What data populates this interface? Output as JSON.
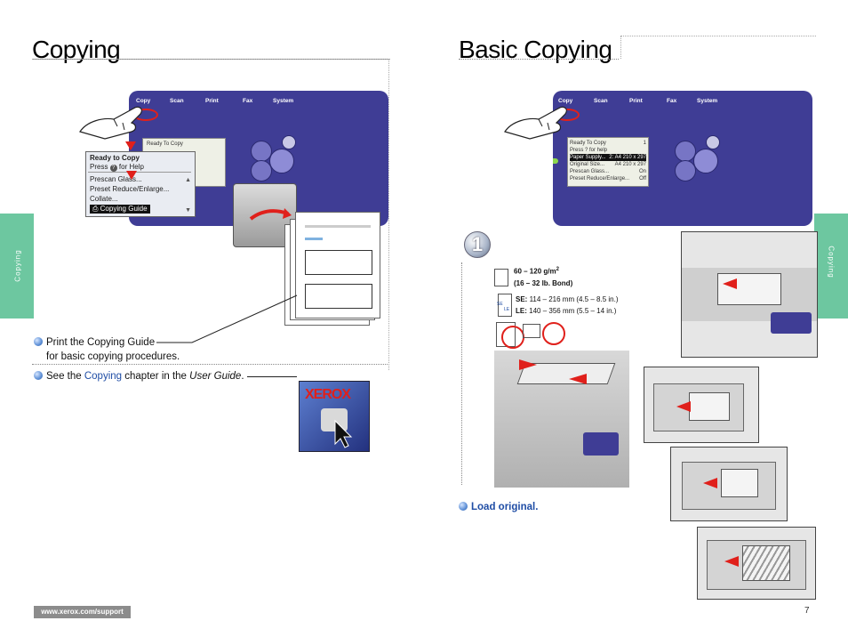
{
  "left_page": {
    "title": "Copying",
    "side_tab": "Copying",
    "control_panel": {
      "tabs": [
        "Copy",
        "Scan",
        "Print",
        "Fax",
        "System"
      ],
      "lcd_line": "Ready To Copy"
    },
    "zoom_display": {
      "status_line1": "Ready to Copy",
      "status_line2_prefix": "Press",
      "status_line2_suffix": "for Help",
      "menu_items": [
        "Prescan Glass...",
        "Preset Reduce/Enlarge...",
        "Collate..."
      ],
      "selected_item": "Copying Guide"
    },
    "bullets": {
      "print_guide_line1": "Print the Copying Guide",
      "print_guide_line2": "for basic copying procedures.",
      "see_prefix": "See the",
      "see_link": "Copying",
      "see_middle": "chapter in the",
      "see_italic": "User Guide",
      "see_suffix": "."
    },
    "xerox_logo": "XEROX"
  },
  "right_page": {
    "title": "Basic Copying",
    "side_tab": "Copying",
    "control_panel": {
      "tabs": [
        "Copy",
        "Scan",
        "Print",
        "Fax",
        "System"
      ],
      "lcd_rows": [
        {
          "left": "Ready To Copy",
          "right": "1"
        },
        {
          "left": "Press ? for help",
          "right": ""
        },
        {
          "left": "Paper Supply...",
          "right": "2: A4 210 x 297"
        },
        {
          "left": "Original Size...",
          "right": "A4 210 x 297"
        },
        {
          "left": "Prescan Glass...",
          "right": "On"
        },
        {
          "left": "Preset Reduce/Enlarge...",
          "right": "Off"
        }
      ]
    },
    "step_number": "1",
    "paper_spec": {
      "weight_line1": "60 – 120 g/m",
      "weight_sup": "2",
      "weight_line2": "(16 – 32 lb. Bond)",
      "se_label": "SE:",
      "se_value": "114 – 216 mm (4.5 – 8.5 in.)",
      "le_label": "LE:",
      "le_value": "140 – 356 mm (5.5 – 14 in.)",
      "se_tag": "SE",
      "le_tag": "LE"
    },
    "step_caption": "Load original."
  },
  "footer": {
    "url": "www.xerox.com/support",
    "page_number": "7"
  },
  "colors": {
    "panel_blue": "#3f3d95",
    "side_tab_green": "#6dc7a0",
    "link_blue": "#1f4da5",
    "arrow_red": "#e0201b"
  }
}
